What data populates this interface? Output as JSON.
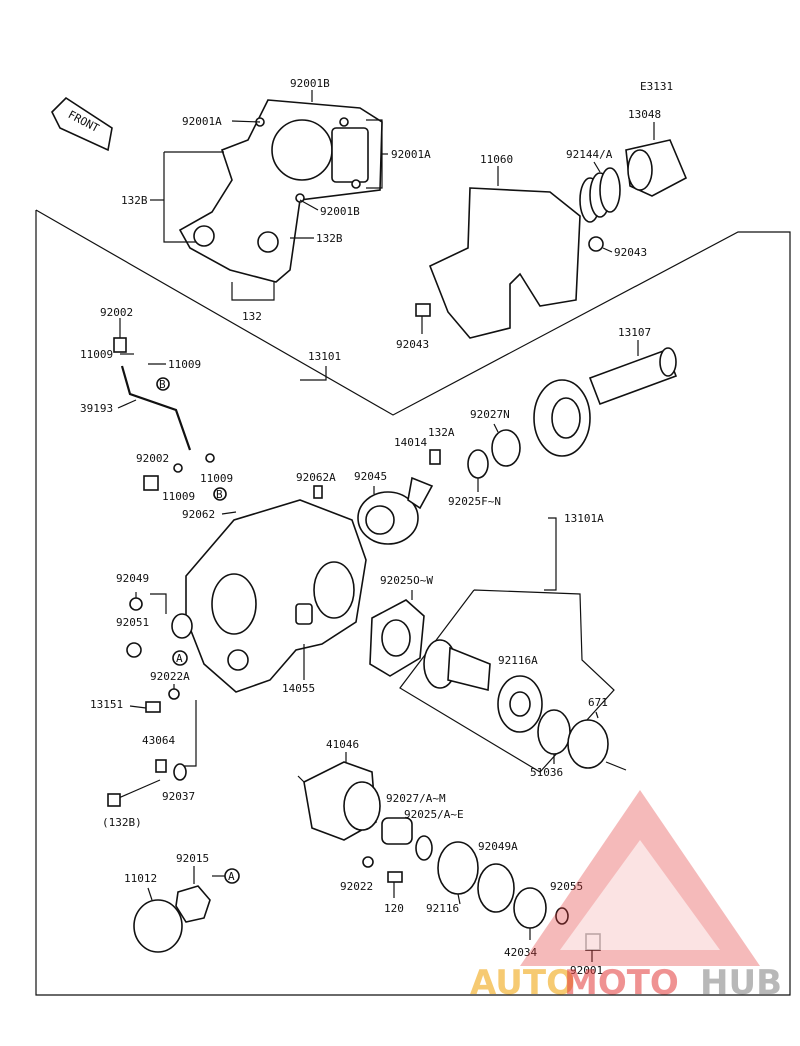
{
  "diagram_code": "E3131",
  "front_label": "FRONT",
  "parts": {
    "p92001B_top": "92001B",
    "p92001A_left": "92001A",
    "p92001A_right": "92001A",
    "p132B_left": "132B",
    "p92001B_mid": "92001B",
    "p132B_right": "132B",
    "p132": "132",
    "p11060": "11060",
    "p13048": "13048",
    "p92144A": "92144/A",
    "p92043_right": "92043",
    "p92043_left": "92043",
    "p92002_top": "92002",
    "p11009_a": "11009",
    "p11009_b": "11009",
    "p13101": "13101",
    "p39193": "39193",
    "p13107": "13107",
    "p92027N": "92027N",
    "p132A": "132A",
    "p14014": "14014",
    "p92002_mid": "92002",
    "p11009_c": "11009",
    "p11009_d": "11009",
    "p92062A": "92062A",
    "p92045": "92045",
    "p92025FN": "92025F~N",
    "p13101A": "13101A",
    "p92062": "92062",
    "p92049": "92049",
    "p92025OW": "92025O~W",
    "p92051": "92051",
    "p92022A": "92022A",
    "p14055": "14055",
    "p92116A": "92116A",
    "p671": "671",
    "p13151": "13151",
    "p43064": "43064",
    "p51036": "51036",
    "p41046": "41046",
    "p92027AM": "92027/A~M",
    "p92025AE": "92025/A~E",
    "p92037": "92037",
    "p132B_paren": "(132B)",
    "p92049A": "92049A",
    "p92015": "92015",
    "p11012": "11012",
    "p92022": "92022",
    "p120": "120",
    "p92055": "92055",
    "p92116": "92116",
    "p42034": "42034",
    "p92001": "92001"
  },
  "callouts": {
    "a1": "A",
    "a2": "A",
    "b1": "B",
    "b2": "B"
  },
  "watermark": {
    "text_auto": "AUTO",
    "text_moto": "MOTO",
    "text_hub": "HUB",
    "color_red": "#e23a3a",
    "color_orange": "#f0a000",
    "color_gray": "#8a8a8a"
  }
}
